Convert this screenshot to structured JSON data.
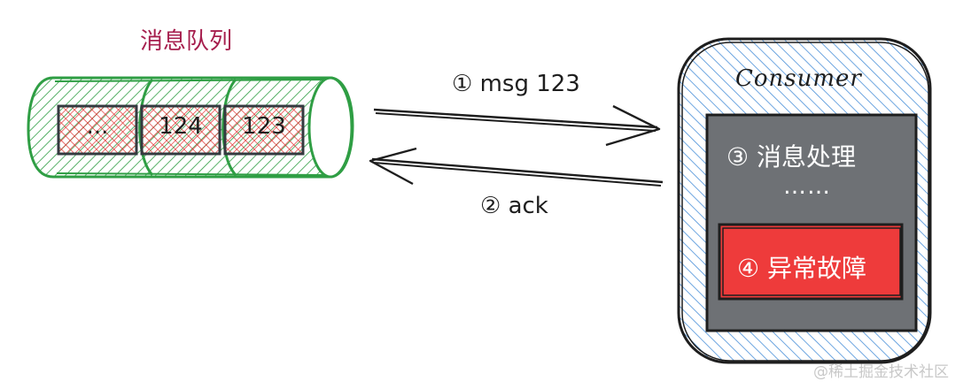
{
  "queue": {
    "title": "消息队列",
    "cells": [
      "...",
      "124",
      "123"
    ],
    "colors": {
      "body": "#2f9e44",
      "cell": "#e03131"
    }
  },
  "arrows": {
    "forward_label": "① msg 123",
    "back_label": "② ack"
  },
  "consumer": {
    "title": "Consumer",
    "step_process": "③ 消息处理",
    "ellipsis": "……",
    "step_fault": "④ 异常故障",
    "colors": {
      "hatch": "#4a90d9",
      "panel": "#6e7175",
      "fault": "#ee3b3b"
    }
  },
  "watermark": "@稀土掘金技术社区"
}
